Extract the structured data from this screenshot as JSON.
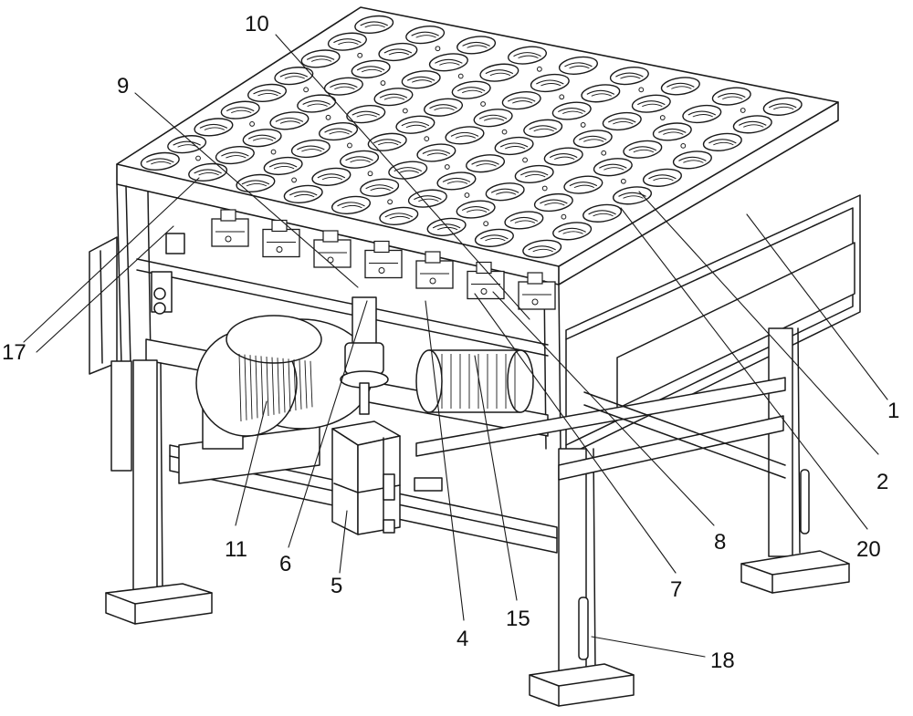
{
  "figure": {
    "line_color": "#1a1a1a",
    "background": "#ffffff",
    "labels": {
      "l10": "10",
      "l9": "9",
      "l17": "17",
      "l1": "1",
      "l2": "2",
      "l20": "20",
      "l8": "8",
      "l7": "7",
      "l18": "18",
      "l15": "15",
      "l4": "4",
      "l5": "5",
      "l6": "6",
      "l11": "11"
    }
  }
}
